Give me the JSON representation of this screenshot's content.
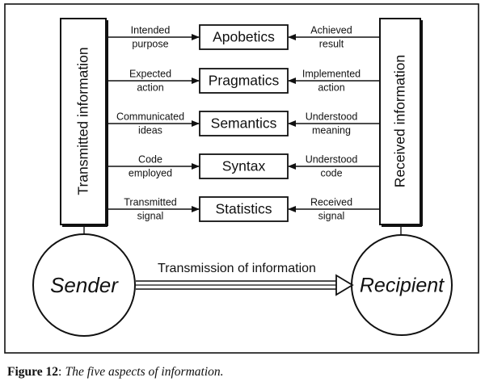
{
  "diagram": {
    "left_column_label": "Transmitted information",
    "right_column_label": "Received information",
    "aspects": [
      {
        "name": "Apobetics",
        "left": [
          "Intended",
          "purpose"
        ],
        "right": [
          "Achieved",
          "result"
        ]
      },
      {
        "name": "Pragmatics",
        "left": [
          "Expected",
          "action"
        ],
        "right": [
          "Implemented",
          "action"
        ]
      },
      {
        "name": "Semantics",
        "left": [
          "Communicated",
          "ideas"
        ],
        "right": [
          "Understood",
          "meaning"
        ]
      },
      {
        "name": "Syntax",
        "left": [
          "Code",
          "employed"
        ],
        "right": [
          "Understood",
          "code"
        ]
      },
      {
        "name": "Statistics",
        "left": [
          "Transmitted",
          "signal"
        ],
        "right": [
          "Received",
          "signal"
        ]
      }
    ],
    "sender_label": "Sender",
    "recipient_label": "Recipient",
    "transmission_label": "Transmission of information",
    "colors": {
      "ink": "#111111",
      "background": "#ffffff"
    }
  },
  "caption": {
    "label": "Figure 12",
    "separator": ":",
    "text": "The five aspects of information."
  }
}
